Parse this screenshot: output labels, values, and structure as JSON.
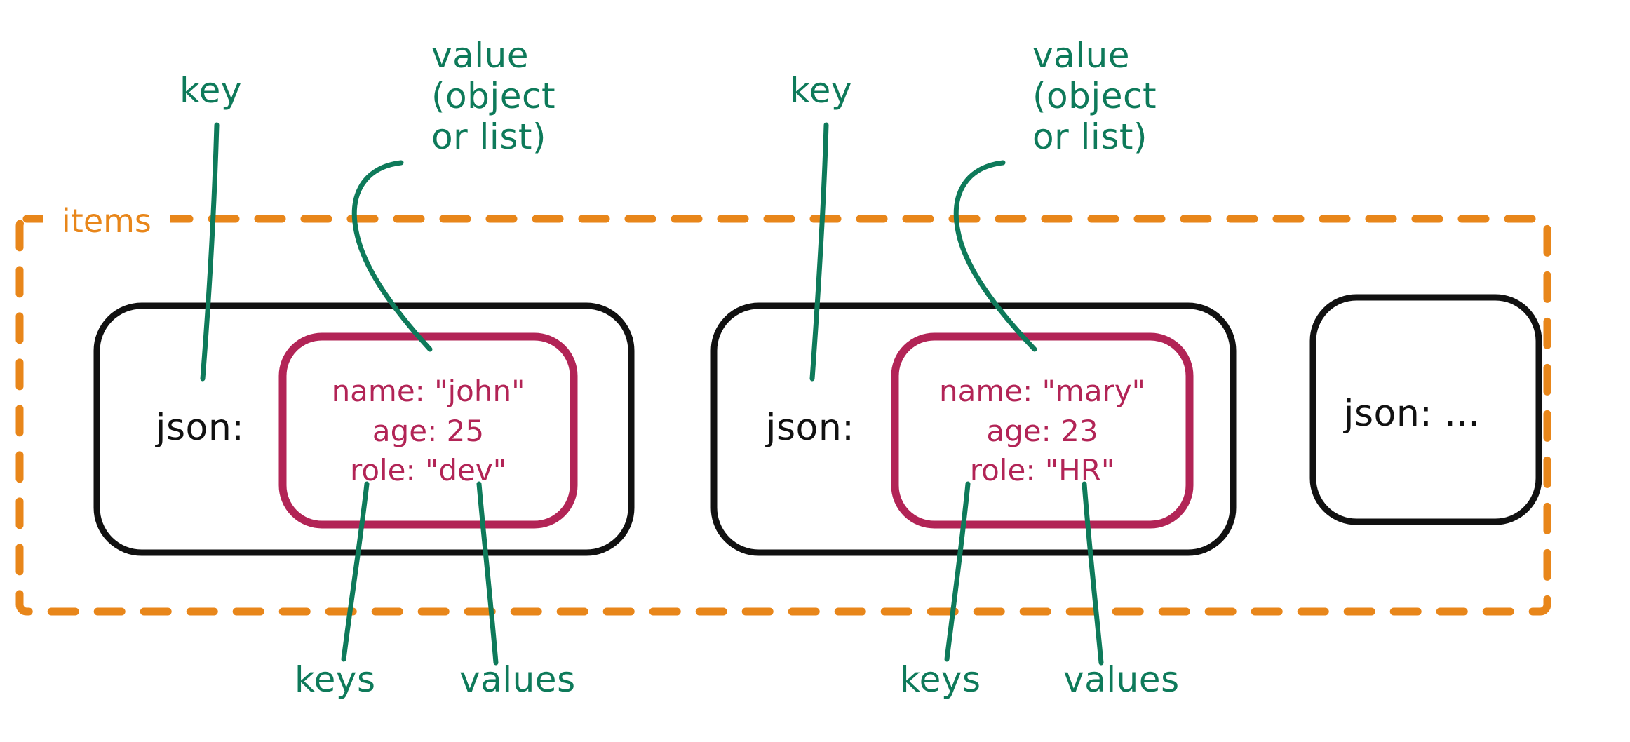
{
  "diagram": {
    "title": "JSON items structure diagram",
    "colors": {
      "green": "#0E7A5A",
      "orange": "#E8861A",
      "pink": "#B22456",
      "black": "#111111",
      "background": "#FFFFFF"
    },
    "container": {
      "label": "items",
      "border_style": "dashed",
      "border_color": "#E8861A"
    },
    "annotations": {
      "key": "key",
      "value": "value\n(object\nor list)",
      "value_line1": "value",
      "value_line2": "(object",
      "value_line3": "or list)",
      "keys": "keys",
      "values": "values"
    },
    "cards": [
      {
        "json_label": "json:",
        "has_object": true,
        "object_lines": [
          "name: \"john\"",
          "age: 25",
          "role: \"dev\""
        ],
        "entries": [
          {
            "key": "name",
            "value": "\"john\""
          },
          {
            "key": "age",
            "value": "25"
          },
          {
            "key": "role",
            "value": "\"dev\""
          }
        ]
      },
      {
        "json_label": "json:",
        "has_object": true,
        "object_lines": [
          "name: \"mary\"",
          "age: 23",
          "role: \"HR\""
        ],
        "entries": [
          {
            "key": "name",
            "value": "\"mary\""
          },
          {
            "key": "age",
            "value": "23"
          },
          {
            "key": "role",
            "value": "\"HR\""
          }
        ]
      },
      {
        "json_label": "json: ...",
        "has_object": false,
        "object_lines": [],
        "entries": []
      }
    ]
  }
}
